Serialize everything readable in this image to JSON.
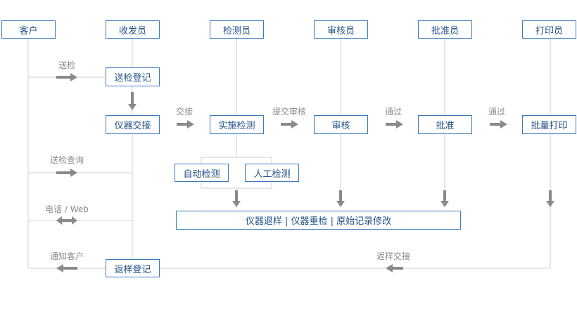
{
  "colors": {
    "box_border": "#3a7bbf",
    "box_text": "#1f4f86",
    "line": "#cfcfcf",
    "arrow": "#8a8a8a",
    "label": "#8a8a8a"
  },
  "actors": {
    "customer": "客户",
    "receiver": "收发员",
    "tester": "检测员",
    "reviewer": "审核员",
    "approver": "批准员",
    "printer": "打印员"
  },
  "steps": {
    "submit_register": "送检登记",
    "instrument_handover": "仪器交接",
    "perform_test": "实施检测",
    "review": "审核",
    "approve": "批准",
    "batch_print": "批量打印",
    "auto_test": "自动检测",
    "manual_test": "人工检测",
    "exceptions": "仪器退样 | 仪器重检 | 原始记录修改",
    "return_register": "返样登记"
  },
  "flow_labels": {
    "submit": "送检",
    "handover": "交接",
    "submit_review": "提交审核",
    "pass_1": "通过",
    "pass_2": "通过",
    "query": "送检查询",
    "phone_web": "电话 / Web",
    "notify": "通知客户",
    "return_handover": "返样交接"
  }
}
